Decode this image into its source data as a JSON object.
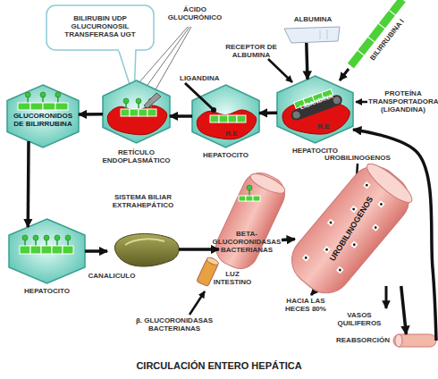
{
  "diagram": {
    "title": "CIRCULACIÓN ENTERO HEPÁTICA",
    "nodes": [
      {
        "text": [
          "BILIRUBIN UDP GLUCURONOSIL TRANSFERASA UGT"
        ]
      },
      {
        "text": [
          "ALBUMINA"
        ]
      },
      {
        "text": [
          "GLUCORONIDOS DE BILIRRUBINA"
        ]
      },
      {
        "text": [
          "RETÍCULO ENDOPLASMÁTICO"
        ]
      },
      {
        "text": [
          "LIGANDINA",
          "R.E",
          "HEPATOCITO"
        ]
      },
      {
        "text": [
          "LIGANDINA",
          "R.E",
          "HEPATOCITO"
        ]
      },
      {
        "text": [
          "HEPATOCITO"
        ]
      },
      {
        "text": [
          "SISTEMA BILIAR EXTRAHEPÁTICO",
          "CANALICULO"
        ]
      },
      {
        "text": [
          "BETA-GLUCORONIDASAS BACTERIANAS"
        ]
      },
      {
        "text": [
          "UROBILINOGENOS"
        ]
      },
      {
        "text": [
          "REABSORCIÓN"
        ]
      }
    ],
    "edges": [
      {
        "from": 1,
        "to": 5,
        "arrow": "to"
      },
      {
        "from": 5,
        "to": 4,
        "arrow": "to"
      },
      {
        "from": 4,
        "to": 3,
        "arrow": "to"
      },
      {
        "from": 3,
        "to": 2,
        "arrow": "to"
      },
      {
        "from": 2,
        "to": 6,
        "arrow": "to"
      },
      {
        "from": 6,
        "to": 7,
        "arrow": "to"
      },
      {
        "from": 7,
        "to": 8,
        "arrow": "to"
      },
      {
        "from": 8,
        "to": 9,
        "arrow": "to"
      },
      {
        "from": 9,
        "to": 10,
        "arrow": "to"
      },
      {
        "from": 10,
        "to": 5,
        "arrow": "to"
      }
    ],
    "labels": [
      "ÁCIDO GLUCURÓNICO",
      "BILIRRUBINA I",
      "RECEPTOR DE ALBUMINA",
      "PROTEÍNA TRANSPORTADORA (LIGANDINA)",
      "LUZ INTESTINO",
      "β. GLUCORONIDASAS BACTERIANAS",
      "UROBILINOGENOS",
      "HACIA LAS HECES 80%",
      "VASOS QUILIFEROS"
    ]
  }
}
